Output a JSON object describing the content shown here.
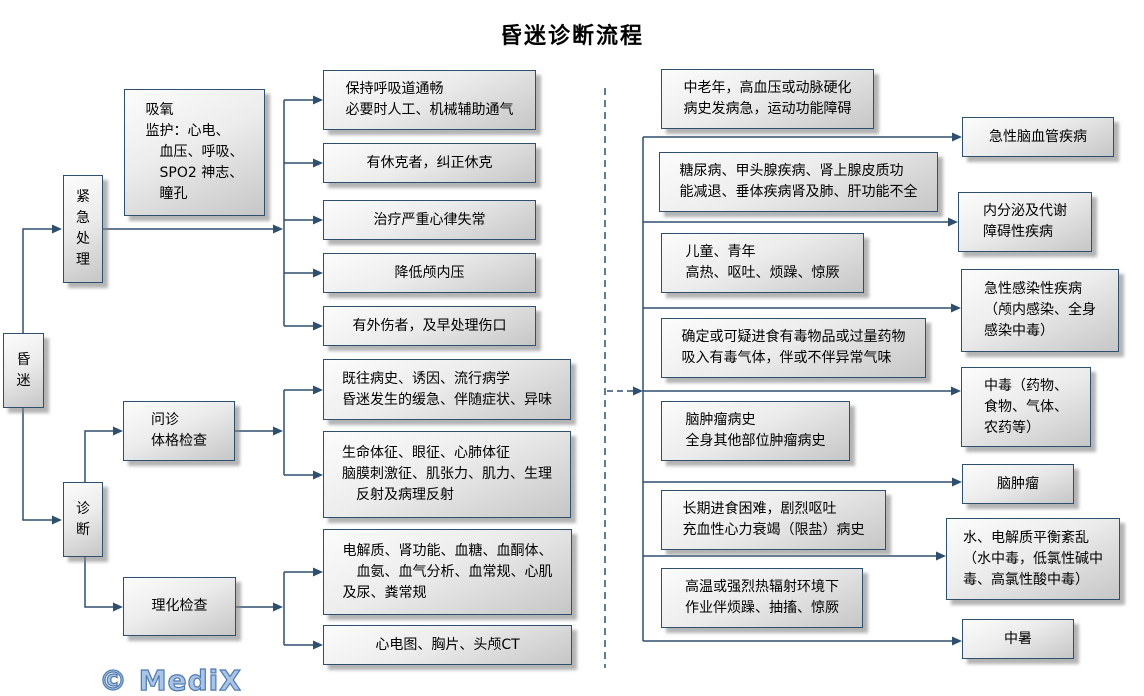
{
  "title": "昏迷诊断流程",
  "watermark": "© MediX",
  "colors": {
    "line": "#2f4f6e",
    "box_border": "#2f4f6e",
    "box_fill_light": "#fcfcfc",
    "box_fill_dark": "#c6c6c6",
    "watermark_fill": "#a9c4e4",
    "watermark_stroke": "#4f7ab0"
  },
  "nodes": {
    "coma": "昏\n迷",
    "emergency": "紧\n急\n处\n理",
    "diagnosis": "诊\n断",
    "monitor": "吸氧\n监护：心电、\n　血压、呼吸、\n　SPO2 神志、\n　瞳孔",
    "airway": "保持呼吸道通畅\n必要时人工、机械辅助通气",
    "shock": "有休克者，纠正休克",
    "arrhythmia": "治疗严重心律失常",
    "icp": "降低颅内压",
    "wound": "有外伤者，及早处理伤口",
    "inquiry": "问诊\n体格检查",
    "history": "既往病史、诱因、流行病学\n昏迷发生的缓急、伴随症状、异味",
    "vitals": "生命体征、眼征、心肺体征\n脑膜刺激征、肌张力、肌力、生理\n　反射及病理反射",
    "lab_exam": "理化检查",
    "labs": "电解质、肾功能、血糖、血酮体、\n　血氨、血气分析、血常规、心肌\n及尿、粪常规",
    "imaging": "心电图、胸片、头颅CT",
    "cond_cerebro": "中老年，高血压或动脉硬化\n病史发病急，运动功能障碍",
    "cond_endocrine": "糖尿病、甲头腺疾病、肾上腺皮质功\n能减退、垂体疾病肾及肺、肝功能不全",
    "cond_infection": "儿童、青年\n高热、呕吐、烦躁、惊厥",
    "cond_poison": "确定或可疑进食有毒物品或过量药物\n吸入有毒气体，伴或不伴异常气味",
    "cond_tumor": "脑肿瘤病史\n全身其他部位肿瘤病史",
    "cond_electrolyte": "长期进食困难，剧烈呕吐\n充血性心力衰竭（限盐）病史",
    "cond_heat": "高温或强烈热辐射环境下\n作业伴烦躁、抽搐、惊厥",
    "dx_cerebro": "急性脑血管疾病",
    "dx_endocrine": "内分泌及代谢\n障碍性疾病",
    "dx_infection": "急性感染性疾病\n（颅内感染、全身\n感染中毒）",
    "dx_poison": "中毒（药物、\n食物、气体、\n农药等）",
    "dx_tumor": "脑肿瘤",
    "dx_electrolyte": "水、电解质平衡紊乱\n（水中毒，低氯性碱中\n毒、高氯性酸中毒）",
    "dx_heat": "中暑"
  }
}
